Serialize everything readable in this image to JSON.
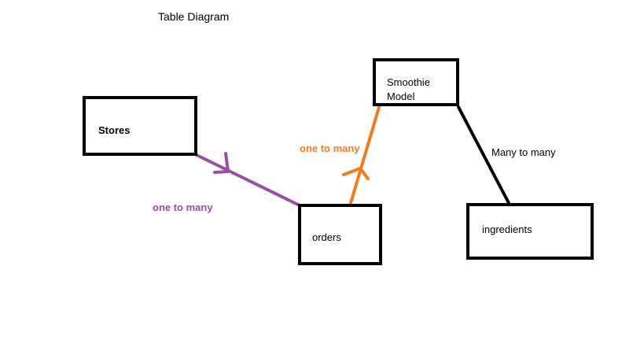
{
  "title": "Table Diagram",
  "colors": {
    "stores_orders": "#9b4ea5",
    "orders_smoothie": "#f07c21",
    "smoothie_ingredients": "#000000"
  },
  "nodes": {
    "stores": "Stores",
    "orders": "orders",
    "smoothie_model": "Smoothie\nModel",
    "ingredients": "ingredients"
  },
  "edges": {
    "stores_orders": "one to many",
    "orders_smoothie": "one to many",
    "smoothie_ingredients": "Many to many"
  }
}
